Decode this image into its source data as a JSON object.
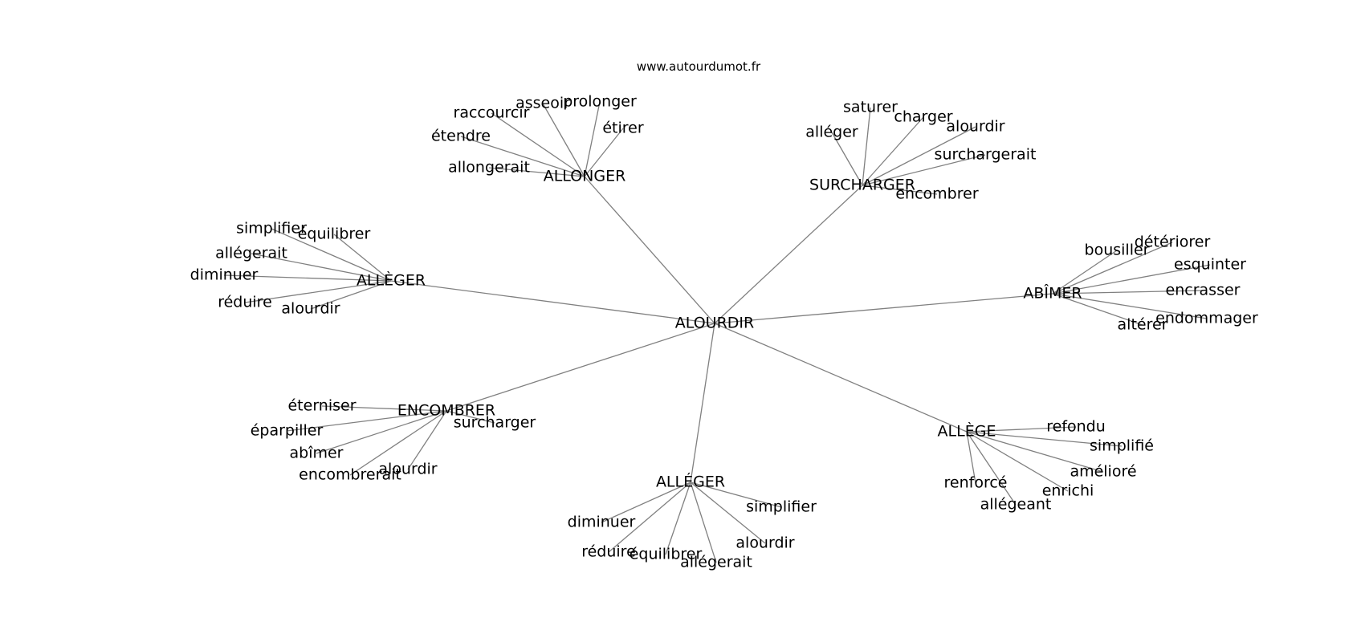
{
  "source_label": "www.autourdumot.fr",
  "center": {
    "label": "ALOURDIR"
  },
  "clusters": [
    {
      "label": "ALLONGER",
      "children": [
        "prolonger",
        "asseoir",
        "raccourcir",
        "étirer",
        "étendre",
        "allongerait"
      ]
    },
    {
      "label": "SURCHARGER",
      "children": [
        "saturer",
        "charger",
        "alléger",
        "alourdir",
        "surchargerait",
        "encombrer"
      ]
    },
    {
      "label": "ALLÈGER",
      "children": [
        "simplifier",
        "équilibrer",
        "allégerait",
        "diminuer",
        "réduire",
        "alourdir"
      ]
    },
    {
      "label": "ABÎMER",
      "children": [
        "détériorer",
        "bousiller",
        "esquinter",
        "encrasser",
        "endommager",
        "altérer"
      ]
    },
    {
      "label": "ENCOMBRER",
      "children": [
        "éterniser",
        "éparpiller",
        "surcharger",
        "abîmer",
        "encombrerait",
        "alourdir"
      ]
    },
    {
      "label": "ALLÈGE",
      "children": [
        "refondu",
        "simplifié",
        "amélioré",
        "renforcé",
        "enrichi",
        "allégeant"
      ]
    },
    {
      "label": "ALLÉGER",
      "children": [
        "simplifier",
        "diminuer",
        "alourdir",
        "réduire",
        "équilibrer",
        "allégerait"
      ]
    }
  ]
}
